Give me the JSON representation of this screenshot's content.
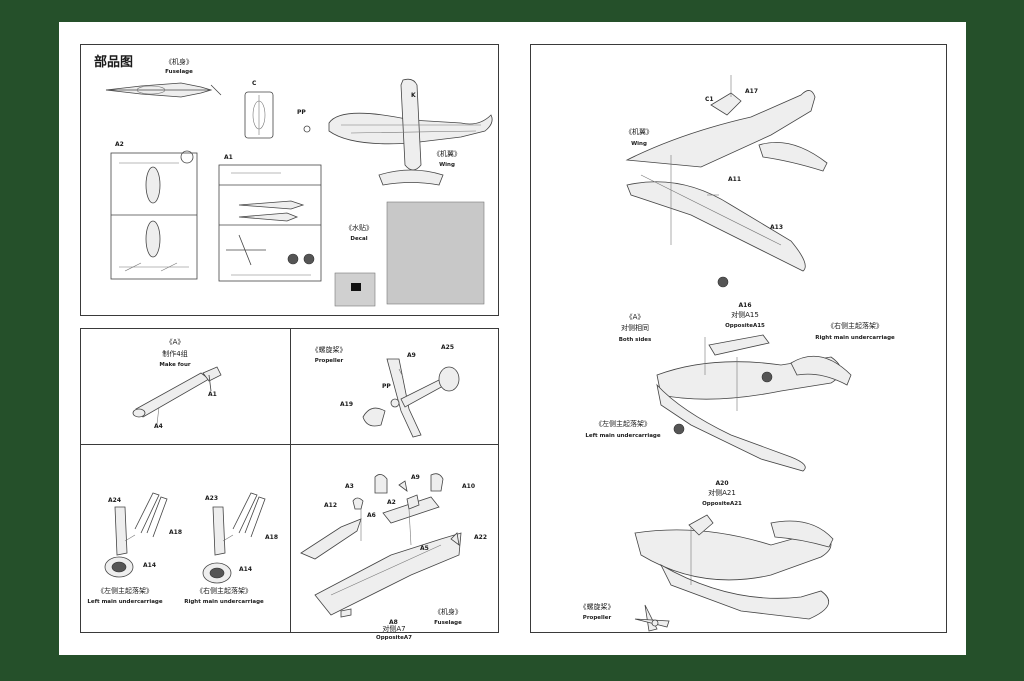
{
  "parts_diagram": {
    "title": "部品图",
    "fuselage_cn": "《机身》",
    "fuselage_en": "Fuselage",
    "sprue_c": "C",
    "sprue_pp": "PP",
    "sprue_a2": "A2",
    "sprue_a1": "A1",
    "sprue_k": "K",
    "wing_cn": "《机翼》",
    "wing_en": "Wing",
    "decal_cn": "《水贴》",
    "decal_en": "Decal"
  },
  "step_a": {
    "ref": "《A》",
    "cn": "制作4组",
    "en": "Make four",
    "part_a1": "A1",
    "part_a4": "A4"
  },
  "step_propeller": {
    "cn": "《螺旋桨》",
    "en": "Propeller",
    "part_a9": "A9",
    "part_a25": "A25",
    "part_pp": "PP",
    "part_a19": "A19"
  },
  "step_undercarriage": {
    "part_a24": "A24",
    "part_a18_left": "A18",
    "part_a14_left": "A14",
    "left_cn": "《左侧主起落架》",
    "left_en": "Left main undercarriage",
    "part_a23": "A23",
    "part_a18_right": "A18",
    "part_a14_right": "A14",
    "right_cn": "《右侧主起落架》",
    "right_en": "Right main undercarriage"
  },
  "step_fuselage": {
    "part_a3": "A3",
    "part_a9": "A9",
    "part_a10": "A10",
    "part_a12": "A12",
    "part_a6": "A6",
    "part_a2": "A2",
    "part_a5": "A5",
    "part_a22": "A22",
    "part_a8": "A8",
    "opposite_cn": "对侧A7",
    "opposite_en": "OppositeA7",
    "fuselage_cn": "《机身》",
    "fuselage_en": "Fuselage"
  },
  "right_page": {
    "top": {
      "part_c1": "C1",
      "part_a17": "A17",
      "wing_cn": "《机翼》",
      "wing_en": "Wing",
      "part_a11": "A11",
      "part_a13": "A13"
    },
    "middle": {
      "ref": "《A》",
      "both_cn": "对侧相同",
      "both_en": "Both sides",
      "part_a16": "A16",
      "opposite_cn": "对侧A15",
      "opposite_en": "OppositeA15",
      "right_cn": "《右侧主起落架》",
      "right_en": "Right main undercarriage",
      "left_cn": "《左侧主起落架》",
      "left_en": "Left main undercarriage"
    },
    "bottom": {
      "part_a20": "A20",
      "opposite_cn": "对侧A21",
      "opposite_en": "OppositeA21",
      "propeller_cn": "《螺旋桨》",
      "propeller_en": "Propeller"
    }
  }
}
